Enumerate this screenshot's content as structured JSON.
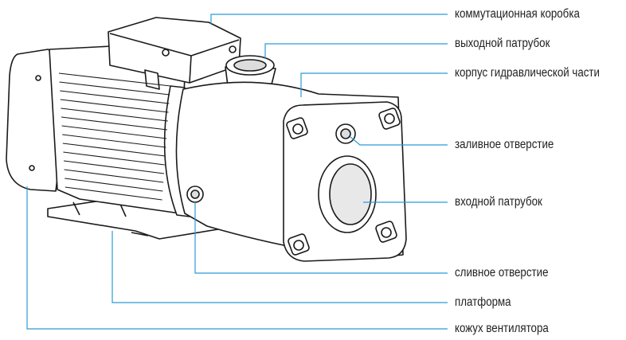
{
  "labels": [
    {
      "id": "terminal-box",
      "text": "коммутационная коробка"
    },
    {
      "id": "outlet",
      "text": "выходной патрубок"
    },
    {
      "id": "hydraulic-housing",
      "text": "корпус гидравлической части"
    },
    {
      "id": "fill-hole",
      "text": "заливное отверстие"
    },
    {
      "id": "inlet",
      "text": "входной патрубок"
    },
    {
      "id": "drain-hole",
      "text": "сливное отверстие"
    },
    {
      "id": "platform",
      "text": "платформа"
    },
    {
      "id": "fan-cover",
      "text": "кожух вентилятора"
    }
  ],
  "colors": {
    "leader_line": "#2a9bd8",
    "outline": "#1a1a1a",
    "text": "#222222"
  }
}
